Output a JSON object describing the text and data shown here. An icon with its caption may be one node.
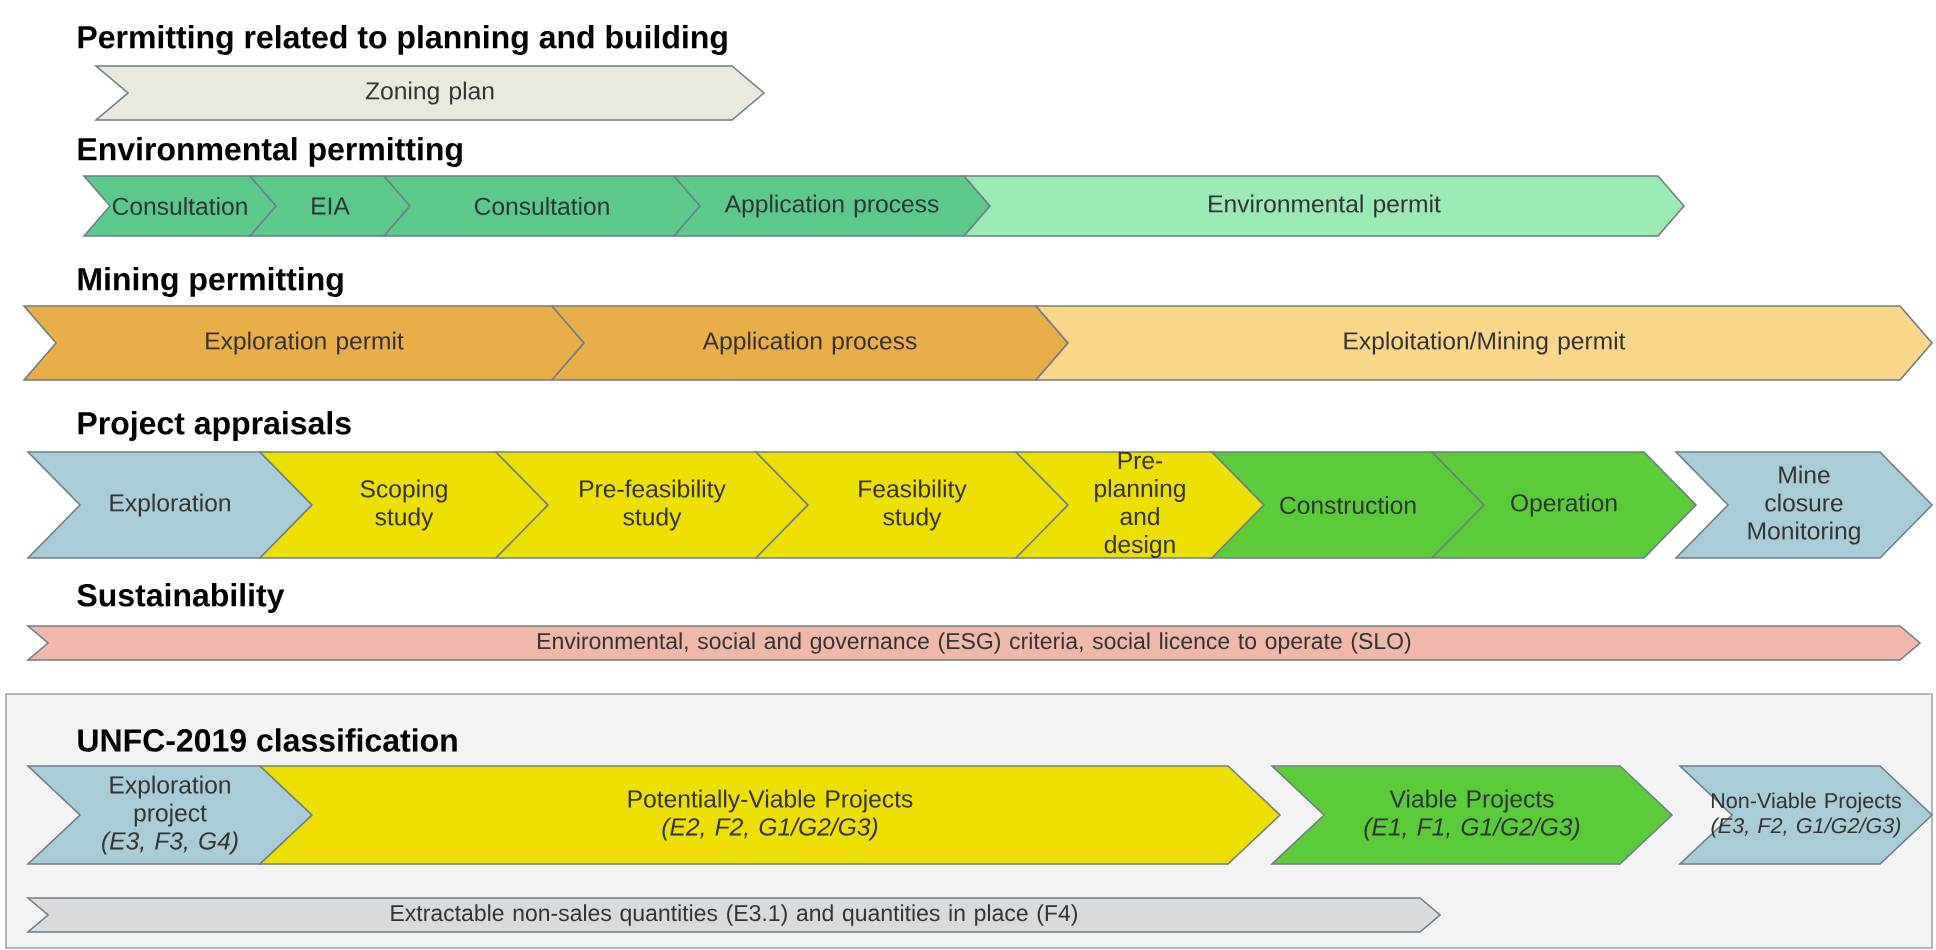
{
  "diagram": {
    "nodes": [
      {
        "text": [
          "Zoning plan"
        ]
      },
      {
        "text": [
          "Consultation"
        ]
      },
      {
        "text": [
          "EIA"
        ]
      },
      {
        "text": [
          "Consultation"
        ]
      },
      {
        "text": [
          "Application process"
        ]
      },
      {
        "text": [
          "Environmental permit"
        ]
      },
      {
        "text": [
          "Exploration permit"
        ]
      },
      {
        "text": [
          "Application process"
        ]
      },
      {
        "text": [
          "Exploitation/Mining permit"
        ]
      },
      {
        "text": [
          "Exploration"
        ]
      },
      {
        "text": [
          "Scoping study"
        ]
      },
      {
        "text": [
          "Pre-feasibility study"
        ]
      },
      {
        "text": [
          "Feasibility study"
        ]
      },
      {
        "text": [
          "Pre-planning and design"
        ]
      },
      {
        "text": [
          "Construction"
        ]
      },
      {
        "text": [
          "Operation"
        ]
      },
      {
        "text": [
          "Mine closure Monitoring"
        ]
      },
      {
        "text": [
          "Environmental, social and governance (ESG) criteria, social licence to operate (SLO)"
        ]
      },
      {
        "text": [
          "UNFC-2019 classification"
        ]
      },
      {
        "text": [
          "Exploration project",
          "(E3, F3, G4)"
        ],
        "in": 18
      },
      {
        "text": [
          "Potentially-Viable Projects",
          "(E2, F2, G1/G2/G3)"
        ],
        "in": 18
      },
      {
        "text": [
          "Viable Projects",
          "(E1, F1, G1/G2/G3)"
        ],
        "in": 18
      },
      {
        "text": [
          "Non-Viable Projects",
          "(E3, F2, G1/G2/G3)"
        ],
        "in": 18
      },
      {
        "text": [
          "Extractable non-sales quantities (E3.1) and quantities in place (F4)"
        ],
        "in": 18
      }
    ],
    "edges": [],
    "labels": [
      "Permitting related to planning and building",
      "Environmental permitting",
      "Mining permitting",
      "Project appraisals",
      "Sustainability"
    ]
  }
}
